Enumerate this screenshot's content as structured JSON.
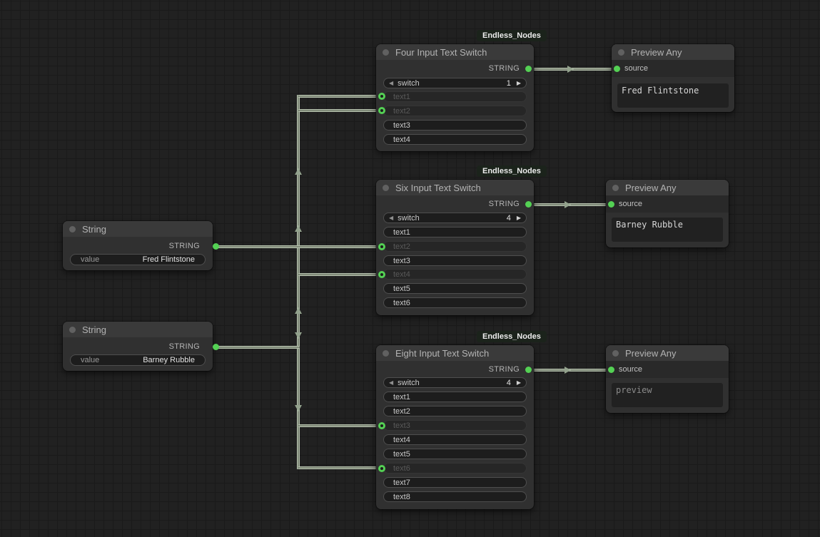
{
  "badge_label": "Endless_Nodes",
  "colors": {
    "link": "#b6c2ae",
    "slot_green": "#54d154",
    "node_body": "#303030",
    "node_title": "#3a3a3a",
    "canvas_bg": "#212121"
  },
  "nodes": {
    "string1": {
      "title": "String",
      "output_label": "STRING",
      "widget": {
        "label": "value",
        "value": "Fred Flintstone"
      }
    },
    "string2": {
      "title": "String",
      "output_label": "STRING",
      "widget": {
        "label": "value",
        "value": "Barney Rubble"
      }
    },
    "four": {
      "title": "Four Input Text Switch",
      "output_label": "STRING",
      "switch": {
        "label": "switch",
        "value": "1"
      },
      "rows": [
        {
          "label": "text1",
          "connected": true
        },
        {
          "label": "text2",
          "connected": true
        },
        {
          "label": "text3",
          "connected": false
        },
        {
          "label": "text4",
          "connected": false
        }
      ]
    },
    "six": {
      "title": "Six Input Text Switch",
      "output_label": "STRING",
      "switch": {
        "label": "switch",
        "value": "4"
      },
      "rows": [
        {
          "label": "text1",
          "connected": false
        },
        {
          "label": "text2",
          "connected": true
        },
        {
          "label": "text3",
          "connected": false
        },
        {
          "label": "text4",
          "connected": true
        },
        {
          "label": "text5",
          "connected": false
        },
        {
          "label": "text6",
          "connected": false
        }
      ]
    },
    "eight": {
      "title": "Eight Input Text Switch",
      "output_label": "STRING",
      "switch": {
        "label": "switch",
        "value": "4"
      },
      "rows": [
        {
          "label": "text1",
          "connected": false
        },
        {
          "label": "text2",
          "connected": false
        },
        {
          "label": "text3",
          "connected": true
        },
        {
          "label": "text4",
          "connected": false
        },
        {
          "label": "text5",
          "connected": false
        },
        {
          "label": "text6",
          "connected": true
        },
        {
          "label": "text7",
          "connected": false
        },
        {
          "label": "text8",
          "connected": false
        }
      ]
    },
    "preview1": {
      "title": "Preview Any",
      "input_label": "source",
      "text": "Fred Flintstone"
    },
    "preview2": {
      "title": "Preview Any",
      "input_label": "source",
      "text": "Barney Rubble"
    },
    "preview3": {
      "title": "Preview Any",
      "input_label": "source",
      "text": "preview"
    }
  },
  "combo_icons": {
    "decrement": "◀",
    "increment": "▶"
  }
}
